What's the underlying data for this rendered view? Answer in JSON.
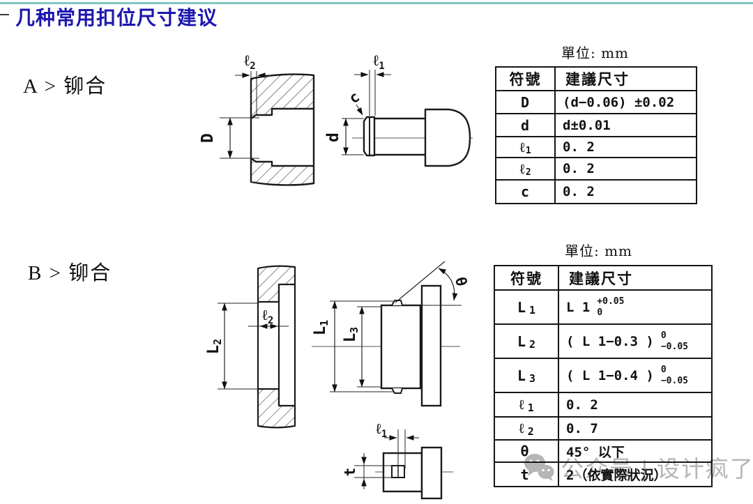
{
  "page": {
    "title": "几种常用扣位尺寸建议",
    "title_color": "#1c17ae",
    "top_rule_color": "#82c6c0"
  },
  "section_a": {
    "label": "A > 铆合",
    "unit": "單位: mm",
    "table": {
      "col_symbol": "符號",
      "col_value": "建議尺寸",
      "rows": [
        {
          "sym": "D",
          "sub": "",
          "val": "(d−0.06) ±0.02"
        },
        {
          "sym": "d",
          "sub": "",
          "val": "d±0.01"
        },
        {
          "sym": "ℓ",
          "sub": "1",
          "val": "0. 2"
        },
        {
          "sym": "ℓ",
          "sub": "2",
          "val": "0. 2"
        },
        {
          "sym": "c",
          "sub": "",
          "val": "0. 2"
        }
      ]
    }
  },
  "section_b": {
    "label": "B > 铆合",
    "unit": "單位: mm",
    "table": {
      "col_symbol": "符號",
      "col_value": "建議尺寸",
      "rows": [
        {
          "sym": "L",
          "sub": "1",
          "val": "L 1",
          "tol_top": "+0.05",
          "tol_bot": "0"
        },
        {
          "sym": "L",
          "sub": "2",
          "val": "( L 1−0.3 )",
          "tol_top": "0",
          "tol_bot": "−0.05"
        },
        {
          "sym": "L",
          "sub": "3",
          "val": "( L 1−0.4 )",
          "tol_top": "0",
          "tol_bot": "−0.05"
        },
        {
          "sym": "ℓ",
          "sub": "1",
          "val": "0. 2"
        },
        {
          "sym": "ℓ",
          "sub": "2",
          "val": "0. 7"
        },
        {
          "sym": "θ",
          "sub": "",
          "val": "45° 以下"
        },
        {
          "sym": "t",
          "sub": "",
          "val": "2（依實際狀況）"
        }
      ]
    }
  },
  "dims": {
    "script_l": "ℓ",
    "one": "1",
    "two": "2",
    "three": "3",
    "cap_D": "D",
    "low_d": "d",
    "c": "c",
    "cap_L": "L",
    "theta": "θ",
    "t": "t"
  },
  "watermark": {
    "text": "公众号 | 设计疯了"
  }
}
